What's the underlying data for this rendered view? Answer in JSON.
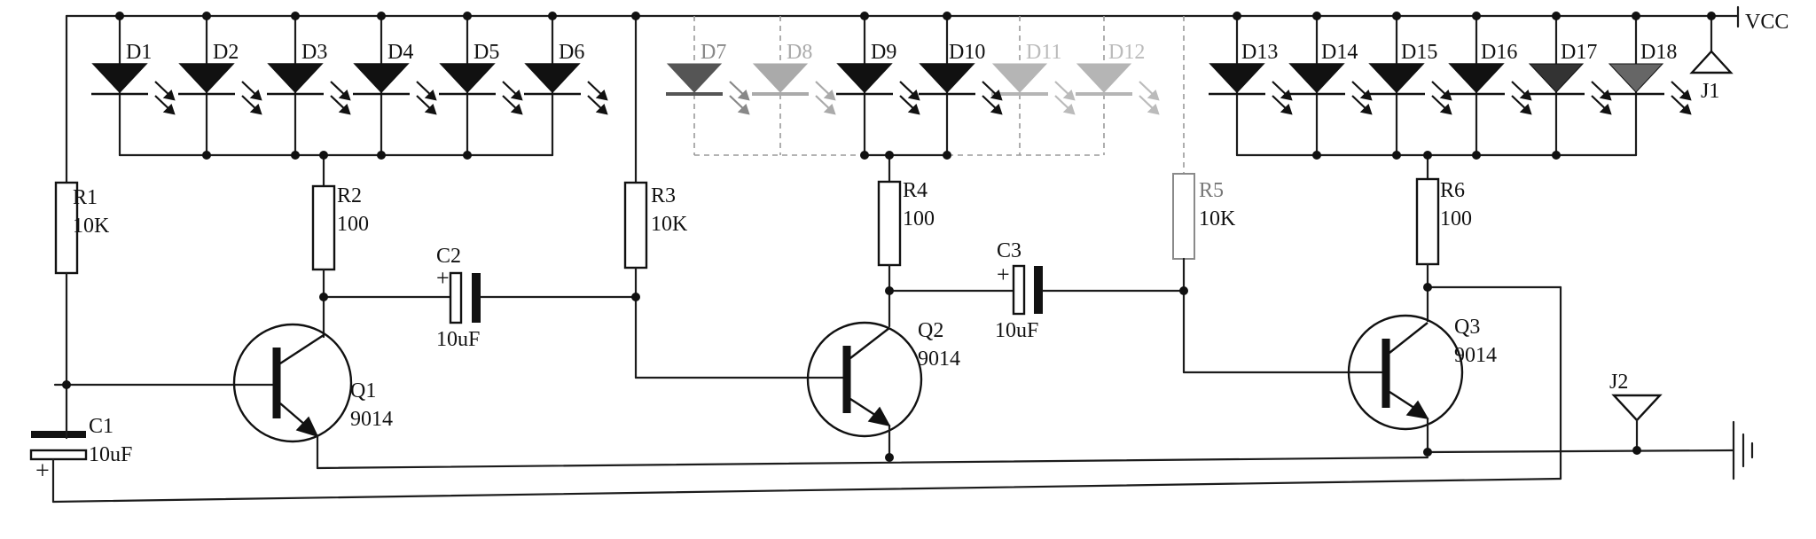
{
  "power": {
    "vcc_label": "VCC"
  },
  "connectors": {
    "j1": "J1",
    "j2": "J2"
  },
  "leds": [
    "D1",
    "D2",
    "D3",
    "D4",
    "D5",
    "D6",
    "D7",
    "D8",
    "D9",
    "D10",
    "D11",
    "D12",
    "D13",
    "D14",
    "D15",
    "D16",
    "D17",
    "D18"
  ],
  "resistors": {
    "r1": {
      "name": "R1",
      "value": "10K"
    },
    "r2": {
      "name": "R2",
      "value": "100"
    },
    "r3": {
      "name": "R3",
      "value": "10K"
    },
    "r4": {
      "name": "R4",
      "value": "100"
    },
    "r5": {
      "name": "R5",
      "value": "10K"
    },
    "r6": {
      "name": "R6",
      "value": "100"
    }
  },
  "capacitors": {
    "c1": {
      "name": "C1",
      "value": "10uF"
    },
    "c2": {
      "name": "C2",
      "value": "10uF"
    },
    "c3": {
      "name": "C3",
      "value": "10uF"
    }
  },
  "transistors": {
    "q1": {
      "name": "Q1",
      "part": "9014"
    },
    "q2": {
      "name": "Q2",
      "part": "9014"
    },
    "q3": {
      "name": "Q3",
      "part": "9014"
    }
  },
  "colors": {
    "ink": "#111111",
    "faded": "#9a9a9a",
    "paper": "#ffffff"
  }
}
